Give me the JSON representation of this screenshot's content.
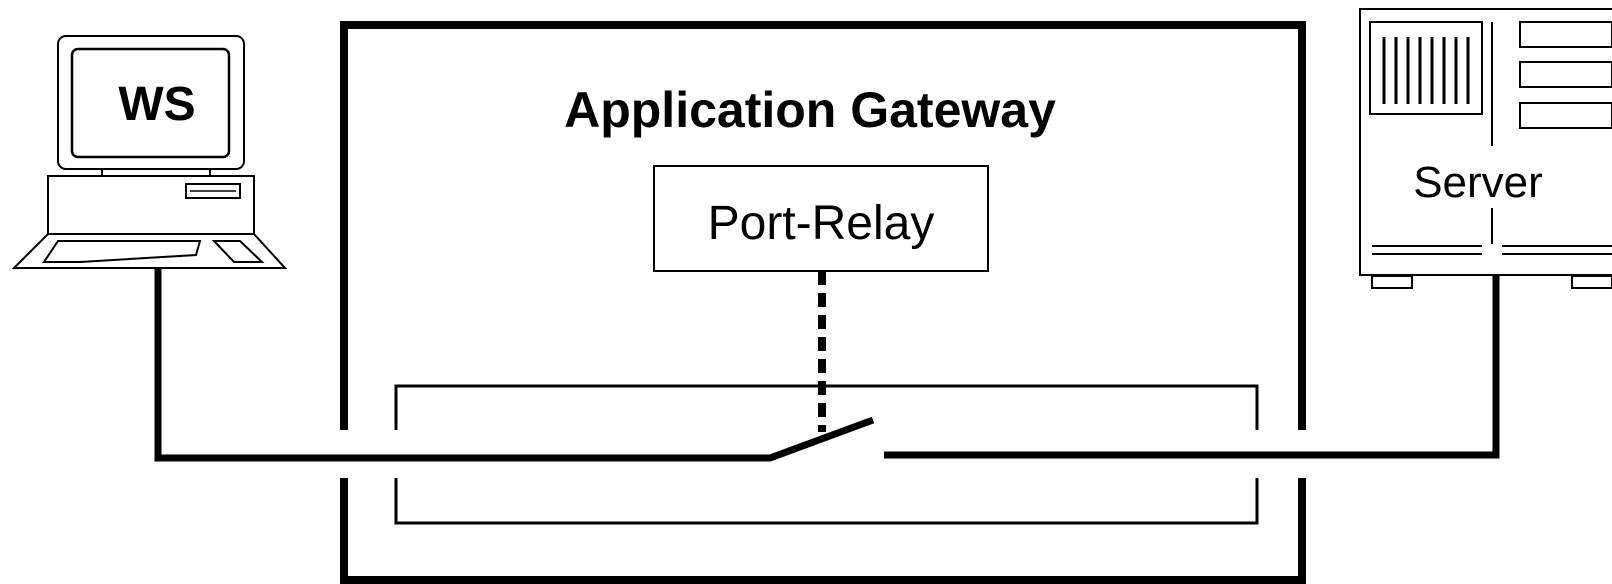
{
  "gateway": {
    "title": "Application Gateway"
  },
  "workstation": {
    "label": "WS"
  },
  "relay": {
    "label": "Port-Relay"
  },
  "server": {
    "label": "Server"
  },
  "colors": {
    "stroke": "#000000",
    "background": "#ffffff"
  }
}
